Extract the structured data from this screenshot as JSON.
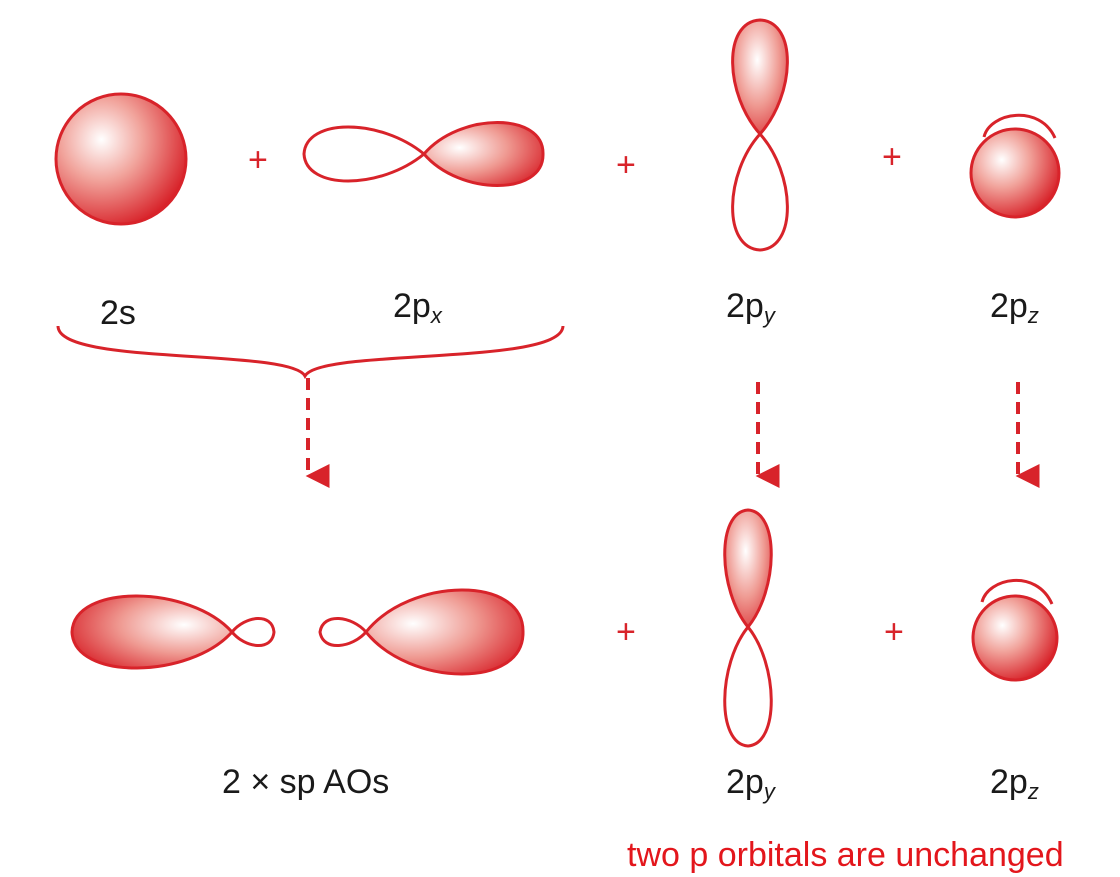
{
  "labels": {
    "s": "2s",
    "px_base": "2p",
    "px_sub": "x",
    "py_base": "2p",
    "py_sub": "y",
    "pz_base": "2p",
    "pz_sub": "z",
    "py2_base": "2p",
    "py2_sub": "y",
    "pz2_base": "2p",
    "pz2_sub": "z",
    "sp": "2 × sp AOs"
  },
  "plus_sign": "+",
  "note": "two p orbitals are unchanged",
  "colors": {
    "orbital_red": "#d8232a",
    "orbital_dark": "#c8141c",
    "note_red": "#e3161c",
    "text": "#1a1a1a"
  }
}
